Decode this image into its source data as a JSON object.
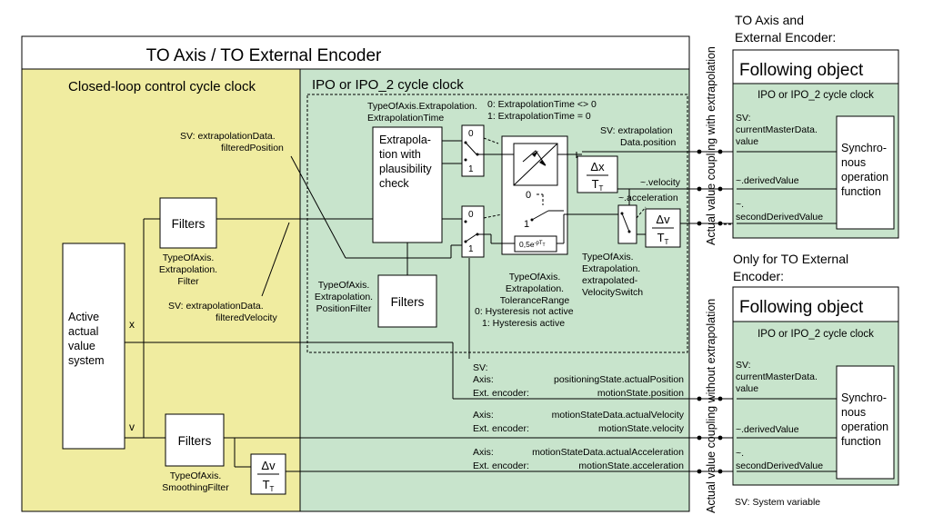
{
  "main": {
    "title": "TO Axis / TO External Encoder",
    "closed_loop_title": "Closed-loop control cycle clock",
    "ipo_title": "IPO or IPO_2 cycle clock"
  },
  "blocks": {
    "active_system": [
      "Active",
      "actual",
      "value",
      "system"
    ],
    "filters": "Filters",
    "extrapolation": [
      "Extrapola-",
      "tion with",
      "plausibility",
      "check"
    ],
    "sync_function": [
      "Synchro-",
      "nous",
      "operation",
      "function"
    ],
    "dx": "Δx",
    "dv": "Δv",
    "tt": "T",
    "tt_sub": "T",
    "filter_block": "0,5e",
    "filter_block_exp": "-pT",
    "filter_block_exp_sub": "T"
  },
  "signals": {
    "x": "x",
    "v": "v",
    "sv_filtered_position": [
      "SV: extrapolationData.",
      "filteredPosition"
    ],
    "sv_filtered_velocity": [
      "SV: extrapolationData.",
      "filteredVelocity"
    ],
    "extrapolation_filter": [
      "TypeOfAxis.",
      "Extrapolation.",
      "Filter"
    ],
    "extrapolation_time": [
      "TypeOfAxis.Extrapolation.",
      "ExtrapolationTime"
    ],
    "extrapolation_time_cond": [
      "0: ExtrapolationTime <> 0",
      "1: ExtrapolationTime = 0"
    ],
    "position_filter": [
      "TypeOfAxis.",
      "Extrapolation.",
      "PositionFilter"
    ],
    "tolerance_range": [
      "TypeOfAxis.",
      "Extrapolation.",
      "ToleranceRange"
    ],
    "hysteresis": [
      "0: Hysteresis not active",
      "1: Hysteresis active"
    ],
    "velocity_switch": [
      "TypeOfAxis.",
      "Extrapolation.",
      "extrapolated-",
      "VelocitySwitch"
    ],
    "sv_extrapolation_position": [
      "SV: extrapolation",
      "Data.position"
    ],
    "velocity": "~.velocity",
    "acceleration": "~.acceleration",
    "smoothing_filter": [
      "TypeOfAxis.",
      "SmoothingFilter"
    ],
    "sv_label": "SV:",
    "axis_label": "Axis:",
    "ext_encoder_label": "Ext. encoder:",
    "positioning_actual_position": "positioningState.actualPosition",
    "motion_state_position": "motionState.position",
    "motion_state_data_velocity": "motionStateData.actualVelocity",
    "motion_state_velocity": "motionState.velocity",
    "motion_state_data_acceleration": "motionStateData.actualAcceleration",
    "motion_state_acceleration": "motionState.acceleration",
    "switch_0": "0",
    "switch_1": "1"
  },
  "right_panel": {
    "to_axis_heading": [
      "TO Axis and",
      "External Encoder:"
    ],
    "only_for_heading": [
      "Only for TO External",
      "Encoder:"
    ],
    "following_object": "Following object",
    "ipo_clock": "IPO or IPO_2 cycle clock",
    "sv_current_master": [
      "SV:",
      "currentMasterData.",
      "value"
    ],
    "derived_value": "~.derivedValue",
    "second_derived_value": [
      "~.",
      "secondDerivedValue"
    ],
    "coupling_with": "Actual value coupling with extrapolation",
    "coupling_without": "Actual value coupling without extrapolation",
    "footnote": "SV: System variable"
  },
  "colors": {
    "closed_loop_fill": "#f0eca0",
    "ipo_fill": "#c8e4cc",
    "following_fill": "#c8e4cc"
  }
}
